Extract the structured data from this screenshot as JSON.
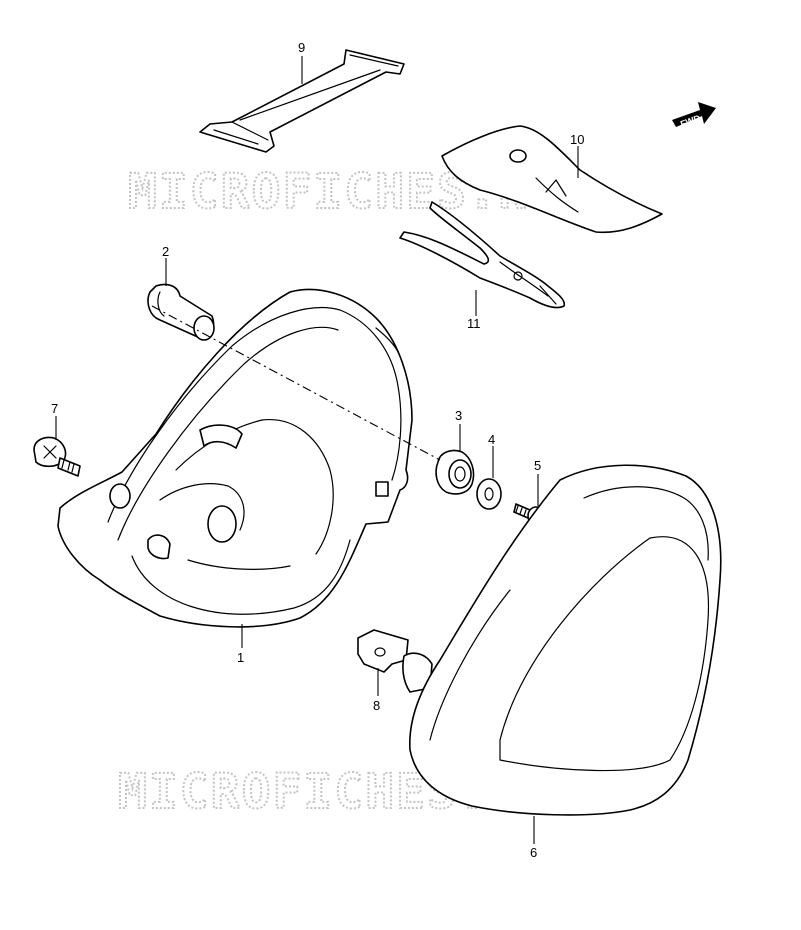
{
  "watermark": {
    "text": "MICROFICHES.NET"
  },
  "direction_arrow": {
    "label": "FWD"
  },
  "callouts": [
    {
      "id": "1",
      "label": "1"
    },
    {
      "id": "2",
      "label": "2"
    },
    {
      "id": "3",
      "label": "3"
    },
    {
      "id": "4",
      "label": "4"
    },
    {
      "id": "5",
      "label": "5"
    },
    {
      "id": "6",
      "label": "6"
    },
    {
      "id": "7",
      "label": "7"
    },
    {
      "id": "8",
      "label": "8"
    },
    {
      "id": "9",
      "label": "9"
    },
    {
      "id": "10",
      "label": "10"
    },
    {
      "id": "11",
      "label": "11"
    }
  ]
}
